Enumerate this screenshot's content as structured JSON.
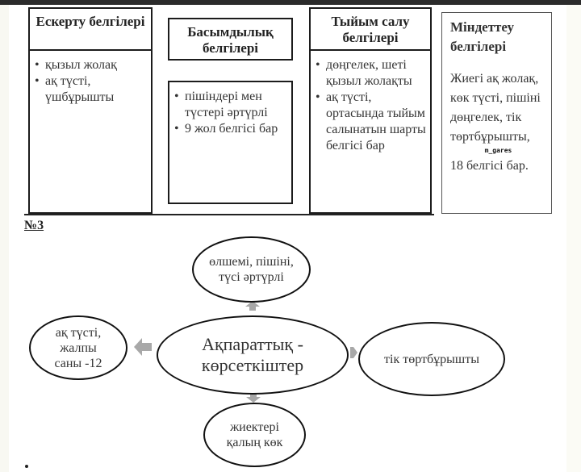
{
  "section_one": {
    "boxes": [
      {
        "title": "Ескерту белгілері",
        "items": [
          "қызыл жолақ",
          "ақ түсті, үшбұрышты"
        ]
      },
      {
        "title": "Басымдылық белгілері",
        "items": [
          "пішіндері мен түстері әртүрлі",
          "9 жол белгісі бар"
        ]
      },
      {
        "title": "Тыйым салу белгілері",
        "items": [
          "дөңгелек, шеті қызыл жолақты",
          "ақ түсті, ортасында тыйым салынатын шарты белгісі бар"
        ]
      },
      {
        "title": "Міндеттеу белгілері",
        "description": "Жиегі ақ жолақ, көк түсті, пішіні дөңгелек, тік төртбұрышты,",
        "count": "18 белгісі бар."
      }
    ]
  },
  "section_two": {
    "label": "№3",
    "center": "Ақпараттық - көрсеткіштер",
    "nodes": {
      "top": "өлшемі, пішіні, түсі әртүрлі",
      "left": "ақ түсті, жалпы саны -12",
      "right": "тік төртбұрышты",
      "bottom": "жиектері қалың көк"
    },
    "arrow_color": "#a8a8a8"
  },
  "watermark": "m_gares"
}
